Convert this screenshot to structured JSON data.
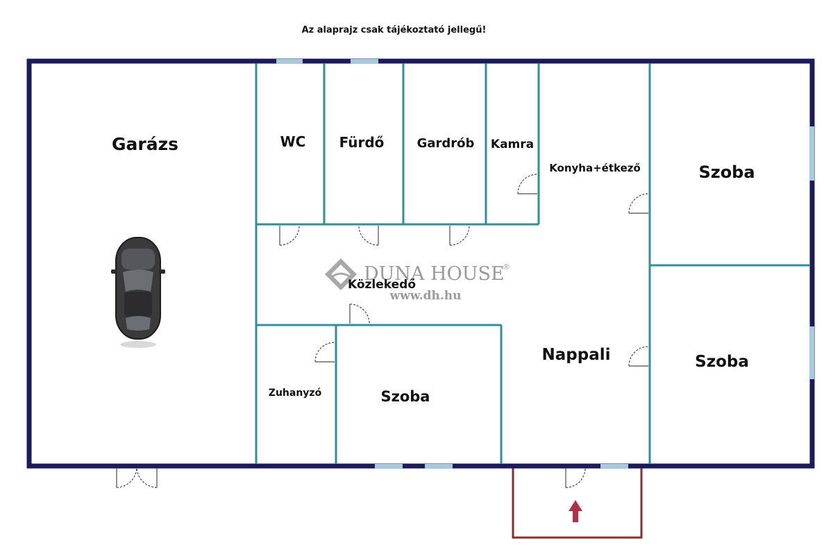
{
  "disclaimer": "Az alaprajz csak tájékoztató jellegű!",
  "rooms": {
    "garazs": "Garázs",
    "wc": "WC",
    "furdo": "Fürdő",
    "gardrob": "Gardrób",
    "kamra": "Kamra",
    "konyha": "Konyha+étkező",
    "szoba_top_right": "Szoba",
    "kozlekedo": "Közlekedő",
    "nappali": "Nappali",
    "szoba_bottom_right": "Szoba",
    "zuhanyzo": "Zuhanyzó",
    "szoba_middle": "Szoba"
  },
  "watermark": {
    "brand": "DUNA HOUSE",
    "registered": "®",
    "url": "www.dh.hu"
  },
  "colors": {
    "outer_wall": "#1b1b5c",
    "inner_wall": "#2f8f9c",
    "window": "#a9c9dc",
    "door": "#4a4a4a",
    "entrance": "#8b2e2e",
    "arrow": "#b03048",
    "car": "#3a3a3d"
  },
  "icons": {
    "car": "car-icon",
    "entrance_arrow": "arrow-up-icon",
    "logo": "duna-house-logo"
  }
}
